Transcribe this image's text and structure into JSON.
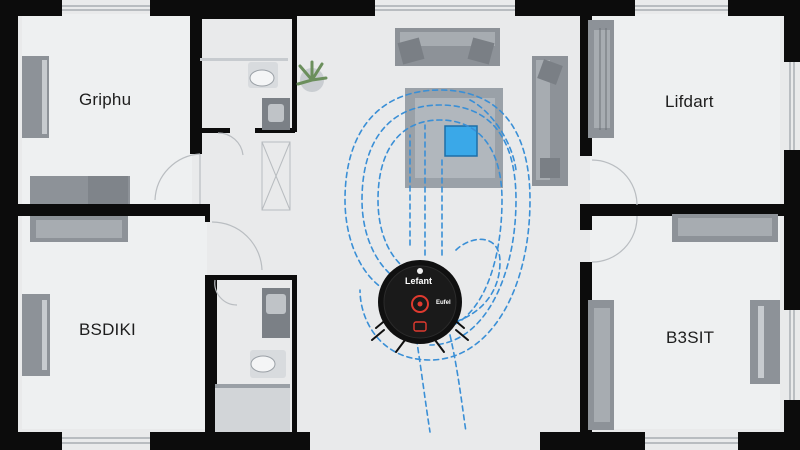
{
  "rooms": [
    {
      "id": "top-left",
      "label": "Griphu"
    },
    {
      "id": "top-right",
      "label": "Lifdart"
    },
    {
      "id": "bottom-left",
      "label": "BSDIKI"
    },
    {
      "id": "bottom-right",
      "label": "B3SIT"
    }
  ],
  "robot": {
    "brand": "Lefant",
    "small_text": "Eufel",
    "body_color": "#101010",
    "accent_color": "#e03a2f"
  },
  "colors": {
    "wall": "#0c0c0c",
    "floor": "#e9eaeb",
    "furniture": "#8c9197",
    "path": "#3a8fd6",
    "spot": "#3aa8e8"
  },
  "icons": [
    "plant-icon",
    "toilet-icon",
    "sink-icon",
    "sofa-icon",
    "bed-icon",
    "robot-vacuum-icon"
  ]
}
